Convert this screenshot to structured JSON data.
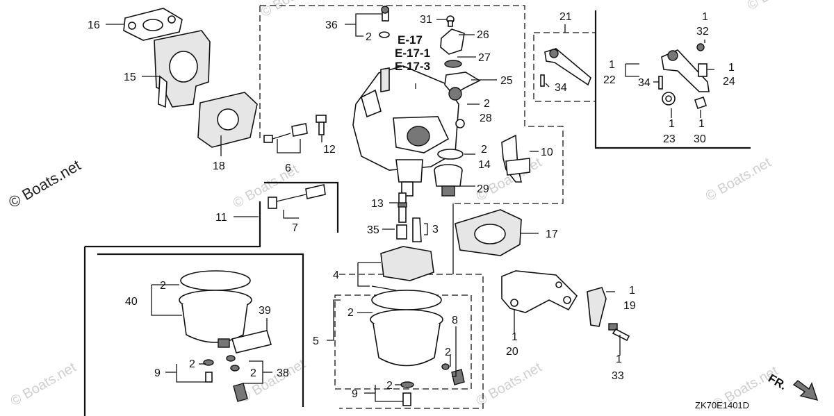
{
  "callouts": [
    {
      "id": "c16",
      "text": "16"
    },
    {
      "id": "c15",
      "text": "15"
    },
    {
      "id": "c18",
      "text": "18"
    },
    {
      "id": "c36",
      "text": "36"
    },
    {
      "id": "c2a",
      "text": "2"
    },
    {
      "id": "c31",
      "text": "31"
    },
    {
      "id": "c26",
      "text": "26"
    },
    {
      "id": "c27",
      "text": "27"
    },
    {
      "id": "c25",
      "text": "25"
    },
    {
      "id": "c2b",
      "text": "2"
    },
    {
      "id": "c28",
      "text": "28"
    },
    {
      "id": "c6",
      "text": "6"
    },
    {
      "id": "c12",
      "text": "12"
    },
    {
      "id": "c2c",
      "text": "2"
    },
    {
      "id": "c14",
      "text": "14"
    },
    {
      "id": "c29",
      "text": "29"
    },
    {
      "id": "c10",
      "text": "10"
    },
    {
      "id": "c21",
      "text": "21"
    },
    {
      "id": "c34a",
      "text": "34"
    },
    {
      "id": "c1a",
      "text": "1"
    },
    {
      "id": "c32",
      "text": "32"
    },
    {
      "id": "c1b",
      "text": "1"
    },
    {
      "id": "c22",
      "text": "22"
    },
    {
      "id": "c34b",
      "text": "34"
    },
    {
      "id": "c1c",
      "text": "1"
    },
    {
      "id": "c24",
      "text": "24"
    },
    {
      "id": "c1d",
      "text": "1"
    },
    {
      "id": "c23",
      "text": "23"
    },
    {
      "id": "c1e",
      "text": "1"
    },
    {
      "id": "c30",
      "text": "30"
    },
    {
      "id": "c7",
      "text": "7"
    },
    {
      "id": "c11",
      "text": "11"
    },
    {
      "id": "c13",
      "text": "13"
    },
    {
      "id": "c35",
      "text": "35"
    },
    {
      "id": "c3",
      "text": "3"
    },
    {
      "id": "c17",
      "text": "17"
    },
    {
      "id": "c4",
      "text": "4"
    },
    {
      "id": "c2d",
      "text": "2"
    },
    {
      "id": "c40",
      "text": "40"
    },
    {
      "id": "c39",
      "text": "39"
    },
    {
      "id": "c2e",
      "text": "2"
    },
    {
      "id": "c8",
      "text": "8"
    },
    {
      "id": "c5",
      "text": "5"
    },
    {
      "id": "c2f",
      "text": "2"
    },
    {
      "id": "c1f",
      "text": "1"
    },
    {
      "id": "c19",
      "text": "19"
    },
    {
      "id": "c1g",
      "text": "1"
    },
    {
      "id": "c20",
      "text": "20"
    },
    {
      "id": "c2g",
      "text": "2"
    },
    {
      "id": "c9a",
      "text": "9"
    },
    {
      "id": "c2h",
      "text": "2"
    },
    {
      "id": "c38",
      "text": "38"
    },
    {
      "id": "c1h",
      "text": "1"
    },
    {
      "id": "c33",
      "text": "33"
    },
    {
      "id": "c2i",
      "text": "2"
    },
    {
      "id": "c9b",
      "text": "9"
    }
  ],
  "refs": [
    "E-17",
    "E-17-1",
    "E-17-3"
  ],
  "diagram_code": "ZK70E1401D",
  "front_marker": "FR.",
  "watermarks": {
    "main": "© Boats.net",
    "faint": "© Boats.net"
  }
}
